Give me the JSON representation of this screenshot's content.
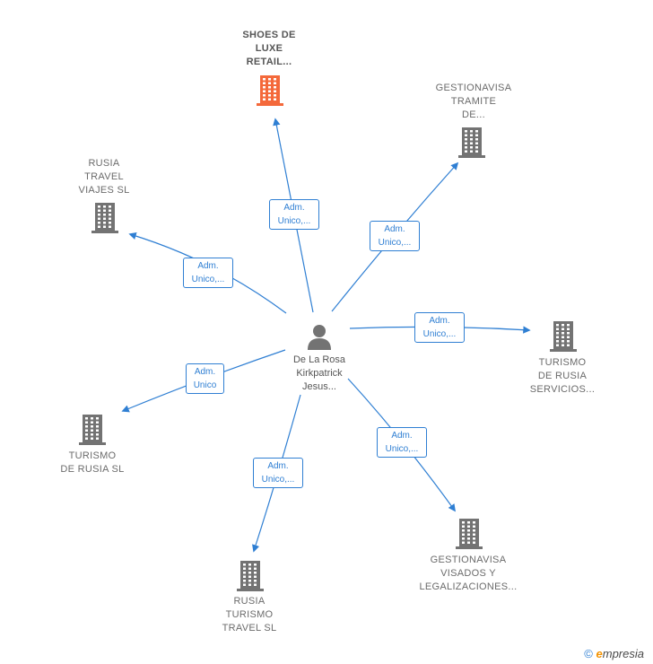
{
  "colors": {
    "edge": "#2f7fd3",
    "building": "#737373",
    "building_highlight": "#f4693b"
  },
  "center": {
    "name_lines": [
      "De La Rosa",
      "Kirkpatrick",
      "Jesus..."
    ],
    "icon": "person-icon"
  },
  "companies": [
    {
      "id": "shoes",
      "lines": [
        "SHOES DE",
        "LUXE",
        "RETAIL..."
      ],
      "highlight": true,
      "icon": "building-icon"
    },
    {
      "id": "gestionavisa-tramite",
      "lines": [
        "GESTIONAVISA",
        "TRAMITE",
        "DE..."
      ],
      "highlight": false,
      "icon": "building-icon"
    },
    {
      "id": "rusia-travel-viajes",
      "lines": [
        "RUSIA",
        "TRAVEL",
        "VIAJES SL"
      ],
      "highlight": false,
      "icon": "building-icon"
    },
    {
      "id": "turismo-rusia-servicios",
      "lines": [
        "TURISMO",
        "DE RUSIA",
        "SERVICIOS..."
      ],
      "highlight": false,
      "icon": "building-icon"
    },
    {
      "id": "turismo-rusia-sl",
      "lines": [
        "TURISMO",
        "DE RUSIA SL"
      ],
      "highlight": false,
      "icon": "building-icon"
    },
    {
      "id": "gestionavisa-visados",
      "lines": [
        "GESTIONAVISA",
        "VISADOS Y",
        "LEGALIZACIONES..."
      ],
      "highlight": false,
      "icon": "building-icon"
    },
    {
      "id": "rusia-turismo-travel",
      "lines": [
        "RUSIA",
        "TURISMO",
        "TRAVEL  SL"
      ],
      "highlight": false,
      "icon": "building-icon"
    }
  ],
  "relations": [
    {
      "to": "shoes",
      "lines": [
        "Adm.",
        "Unico,..."
      ]
    },
    {
      "to": "gestionavisa-tramite",
      "lines": [
        "Adm.",
        "Unico,..."
      ]
    },
    {
      "to": "rusia-travel-viajes",
      "lines": [
        "Adm.",
        "Unico,..."
      ]
    },
    {
      "to": "turismo-rusia-servicios",
      "lines": [
        "Adm.",
        "Unico,..."
      ]
    },
    {
      "to": "turismo-rusia-sl",
      "lines": [
        "Adm.",
        "Unico"
      ]
    },
    {
      "to": "gestionavisa-visados",
      "lines": [
        "Adm.",
        "Unico,..."
      ]
    },
    {
      "to": "rusia-turismo-travel",
      "lines": [
        "Adm.",
        "Unico,..."
      ]
    }
  ],
  "footer": {
    "copyright_symbol": "©",
    "brand_first": "e",
    "brand_rest": "mpresia"
  }
}
